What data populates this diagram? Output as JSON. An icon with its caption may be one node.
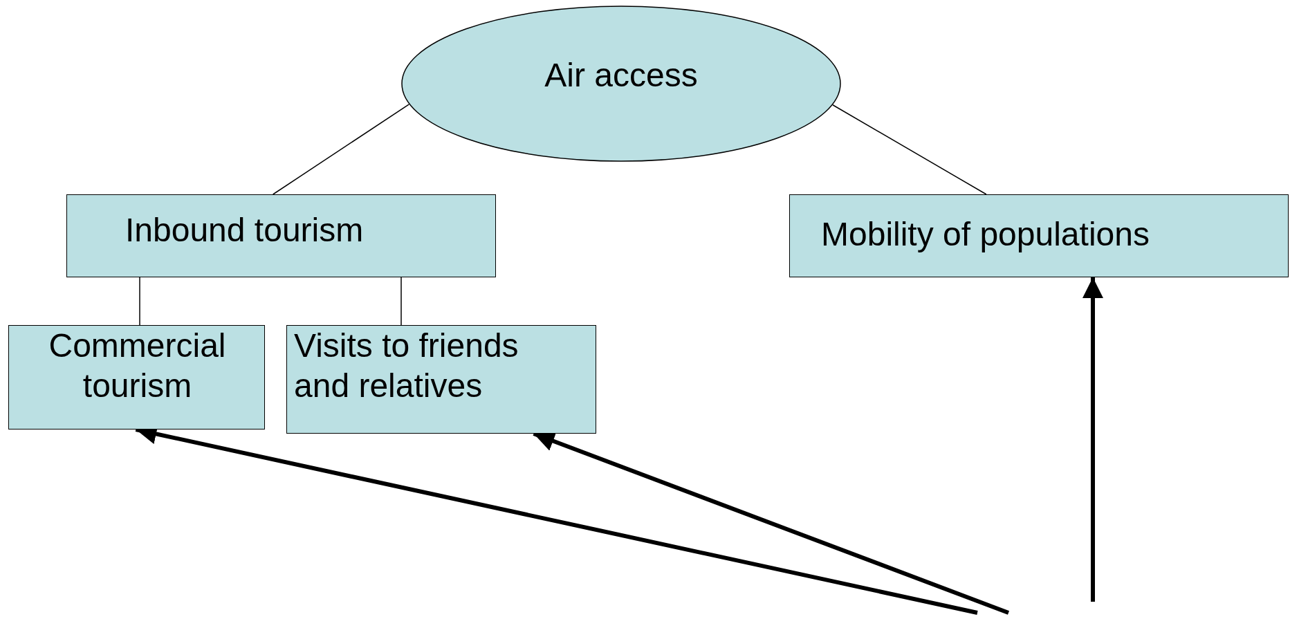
{
  "diagram": {
    "nodes": [
      {
        "text": [
          "Air access"
        ]
      },
      {
        "text": [
          "Inbound tourism"
        ]
      },
      {
        "text": [
          "Mobility of populations"
        ]
      },
      {
        "text": [
          "Commercial tourism"
        ]
      },
      {
        "text": [
          "Visits to friends and relatives"
        ]
      }
    ],
    "edges": [
      {
        "from": 0,
        "to": 1,
        "arrow": "none"
      },
      {
        "from": 0,
        "to": 2,
        "arrow": "none"
      },
      {
        "from": 1,
        "to": 3,
        "arrow": "none"
      },
      {
        "from": 1,
        "to": 4,
        "arrow": "none"
      },
      {
        "from": null,
        "to": 3,
        "arrow": "to",
        "style": "thick"
      },
      {
        "from": null,
        "to": 4,
        "arrow": "to",
        "style": "thick"
      },
      {
        "from": null,
        "to": 2,
        "arrow": "to",
        "style": "thick"
      }
    ]
  }
}
